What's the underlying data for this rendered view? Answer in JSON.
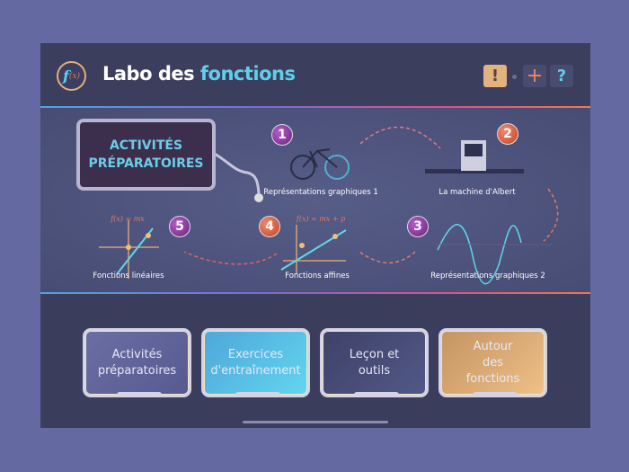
{
  "header": {
    "title_part1": "Labo des ",
    "title_part2": "fonctions",
    "logo_f": "f",
    "logo_x": "(x)",
    "alert_label": "!",
    "add_label": "+",
    "help_label": "?"
  },
  "activities": {
    "screen_line1": "ACTIVITÉS",
    "screen_line2": "PRÉPARATOIRES",
    "items": [
      {
        "num": "1",
        "label": "Représentations graphiques 1"
      },
      {
        "num": "2",
        "label": "La machine d'Albert"
      },
      {
        "num": "3",
        "label": "Représentations graphiques 2"
      },
      {
        "num": "4",
        "label": "Fonctions affines",
        "formula": "f(x) = mx + p"
      },
      {
        "num": "5",
        "label": "Fonctions linéaires",
        "formula": "f(x) = mx"
      }
    ]
  },
  "cards": [
    {
      "label": "Activités préparatoires",
      "color": "#5e6196"
    },
    {
      "label": "Exercices d'entraînement",
      "color": "#56c0e2"
    },
    {
      "label": "Leçon et outils",
      "color": "#474c75"
    },
    {
      "label": "Autour des fonctions",
      "color": "#d9a774"
    }
  ]
}
